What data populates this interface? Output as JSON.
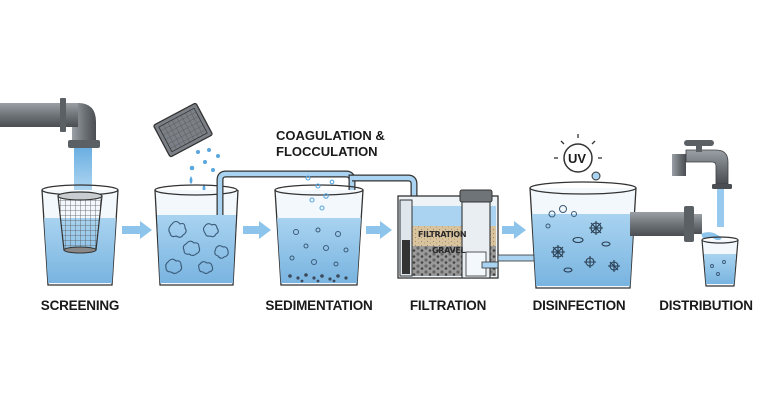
{
  "steps": [
    {
      "label": "SCREENING"
    },
    {
      "label": "SEDIMENTATION"
    },
    {
      "label": "FILTRATION"
    },
    {
      "label": "DISINFECTION"
    },
    {
      "label": "DISTRIBUTION"
    }
  ],
  "coagulation": {
    "line1": "COAGULATION &",
    "line2": "FLOCCULATION"
  },
  "uv": "UV",
  "filter_layers": {
    "top": "FILTRATION",
    "bottom": "GRAVEL"
  },
  "colors": {
    "water": "#9fcbec",
    "water_dark": "#6fa9d8",
    "pipe": "#6f7479",
    "arrow": "#8cc4ec",
    "outline": "#333333"
  }
}
